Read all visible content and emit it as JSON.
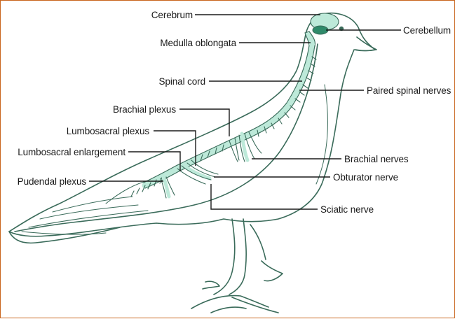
{
  "diagram": {
    "labels": {
      "cerebrum": "Cerebrum",
      "cerebellum": "Cerebellum",
      "medulla": "Medulla oblongata",
      "spinal_cord": "Spinal cord",
      "paired_spinal_nerves": "Paired spinal nerves",
      "brachial_plexus": "Brachial plexus",
      "lumbosacral_plexus": "Lumbosacral plexus",
      "lumbosacral_enlargement": "Lumbosacral enlargement",
      "brachial_nerves": "Brachial nerves",
      "obturator_nerve": "Obturator nerve",
      "pudendal_plexus": "Pudendal plexus",
      "sciatic_nerve": "Sciatic nerve"
    },
    "colors": {
      "frame_border": "#c9641c",
      "outline": "#3a6b5a",
      "nervous_tissue": "#bde9d9",
      "cerebellum": "#2f8a6a",
      "leader_lines": "#1a1a1a"
    }
  }
}
